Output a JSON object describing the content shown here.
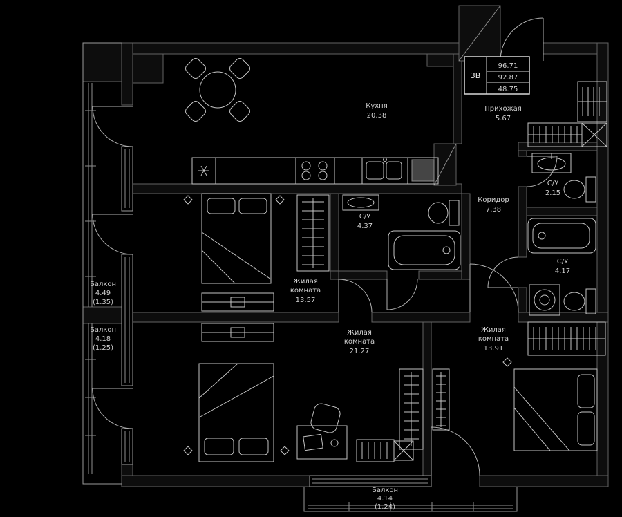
{
  "plan": {
    "colors": {
      "background": "#000000",
      "linework": "#c4c4c4",
      "text": "#cfcfcf"
    },
    "info_box": {
      "type": "3В",
      "values": [
        "96.71",
        "92.87",
        "48.75"
      ]
    },
    "rooms": {
      "kitchen": {
        "name": "Кухня",
        "area": "20.38"
      },
      "hallway": {
        "name": "Прихожая",
        "area": "5.67"
      },
      "corridor": {
        "name": "Коридор",
        "area": "7.38"
      },
      "bath_small": {
        "name": "С/У",
        "area": "2.15"
      },
      "bath_mid": {
        "name": "С/У",
        "area": "4.37"
      },
      "bath_large": {
        "name": "С/У",
        "area": "4.17"
      },
      "room1": {
        "name_line1": "Жилая",
        "name_line2": "комната",
        "area": "13.57"
      },
      "room2": {
        "name_line1": "Жилая",
        "name_line2": "комната",
        "area": "21.27"
      },
      "room3": {
        "name_line1": "Жилая",
        "name_line2": "комната",
        "area": "13.91"
      },
      "balcony_left_top": {
        "name": "Балкон",
        "area": "4.49",
        "area_reduced": "(1.35)"
      },
      "balcony_left_bottom": {
        "name": "Балкон",
        "area": "4.18",
        "area_reduced": "(1.25)"
      },
      "balcony_bottom": {
        "name": "Балкон",
        "area": "4.14",
        "area_reduced": "(1.24)"
      }
    }
  }
}
